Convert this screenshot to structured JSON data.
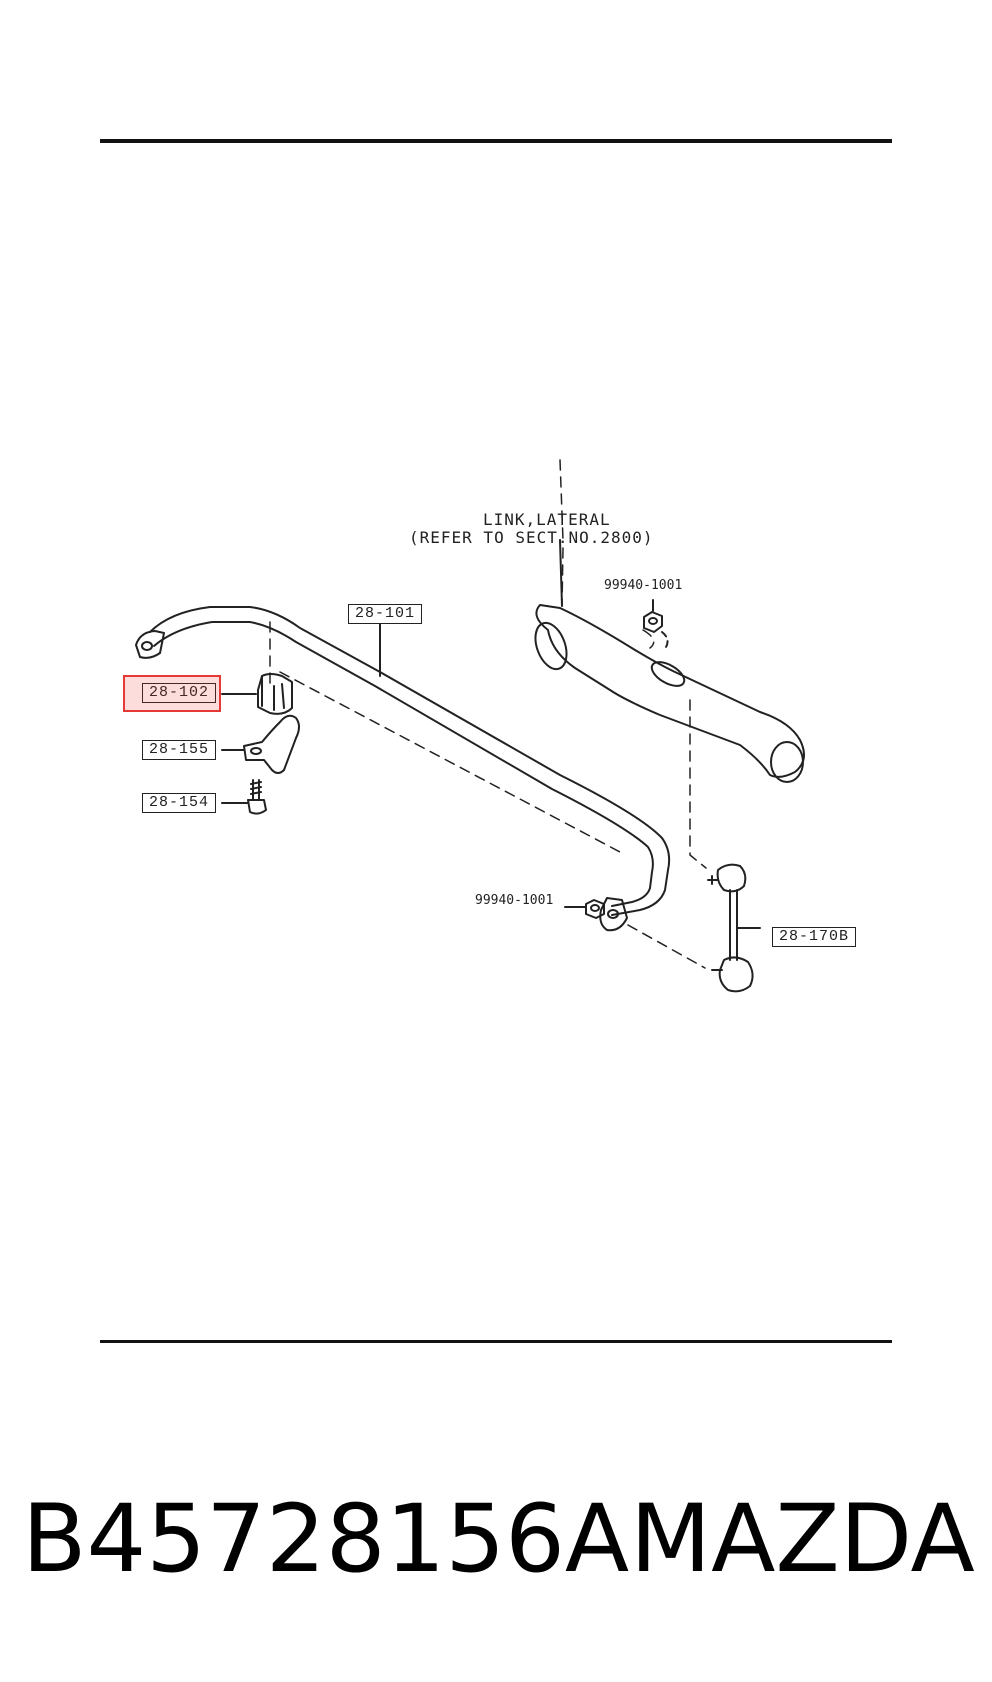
{
  "diagram": {
    "header_line1": "LINK,LATERAL",
    "header_line2": "(REFER TO SECT.NO.2800)",
    "labels": {
      "stabilizer": "28-101",
      "bushing": "28-102",
      "bracket": "28-155",
      "bolt": "28-154",
      "link": "28-170B",
      "nut_top": "99940-1001",
      "nut_bottom": "99940-1001"
    },
    "highlight_color": "#e53935"
  },
  "footer": {
    "part_number": "B45728156A",
    "brand": "MAZDA"
  }
}
